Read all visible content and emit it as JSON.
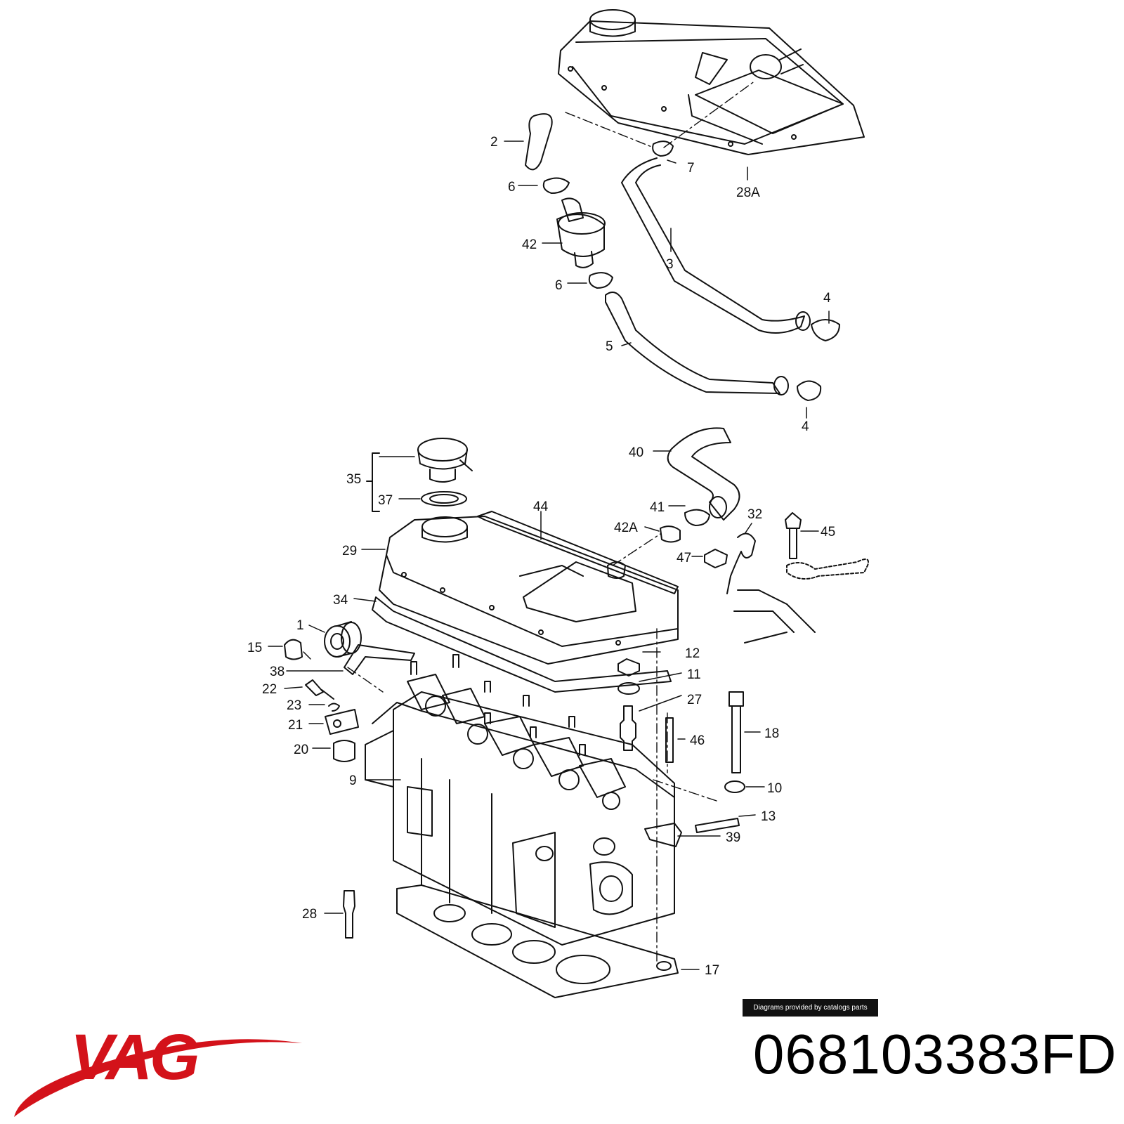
{
  "diagram": {
    "callouts": [
      "2",
      "7",
      "28A",
      "6",
      "42",
      "3",
      "6",
      "4",
      "5",
      "4",
      "40",
      "35",
      "37",
      "44",
      "41",
      "32",
      "42A",
      "45",
      "29",
      "47",
      "34",
      "1",
      "15",
      "38",
      "12",
      "22",
      "11",
      "23",
      "27",
      "21",
      "46",
      "18",
      "20",
      "9",
      "10",
      "13",
      "39",
      "28",
      "17"
    ]
  },
  "badge": {
    "text": "Diagrams provided by catalogs parts"
  },
  "brand": {
    "logo_text": "VAG",
    "color": "#d3121a"
  },
  "part_number": "068103383FD"
}
